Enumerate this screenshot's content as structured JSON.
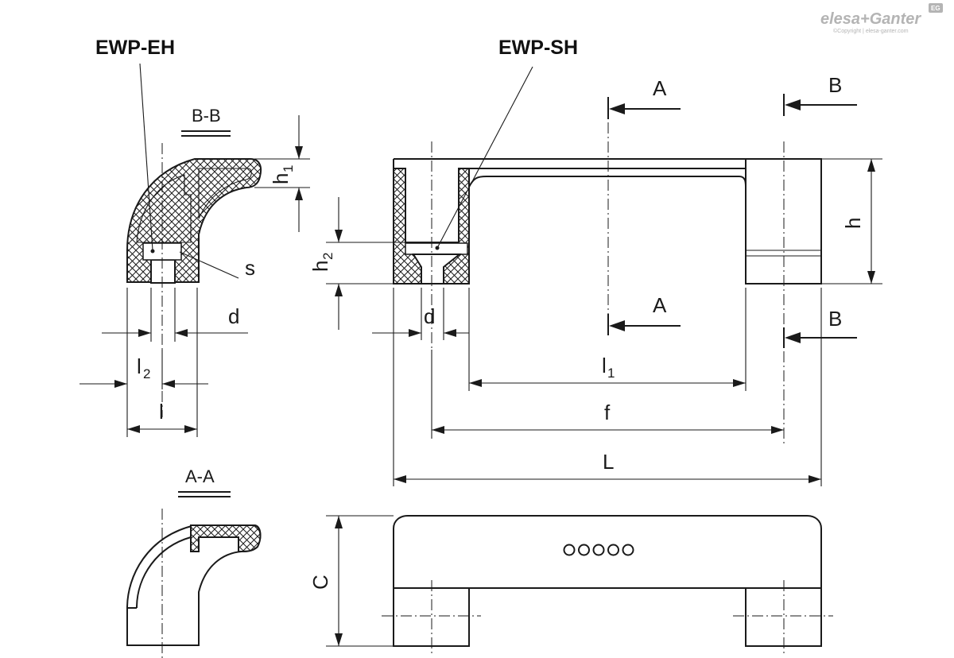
{
  "logo": {
    "brand": "elesa+Ganter",
    "copyright": "©Copyright | elesa-ganter.com",
    "badge": "EG"
  },
  "callouts": {
    "eh": "EWP-EH",
    "sh": "EWP-SH"
  },
  "sections": {
    "bb": "B-B",
    "aa": "A-A"
  },
  "cut_marks": {
    "a": "A",
    "b": "B"
  },
  "dims": {
    "h1": "h",
    "h1_sub": "1",
    "h2": "h",
    "h2_sub": "2",
    "h": "h",
    "s": "s",
    "d": "d",
    "l2": "l",
    "l2_sub": "2",
    "l": "l",
    "l1": "l",
    "l1_sub": "1",
    "f": "f",
    "L": "L",
    "C": "C"
  },
  "holes_count": 5
}
